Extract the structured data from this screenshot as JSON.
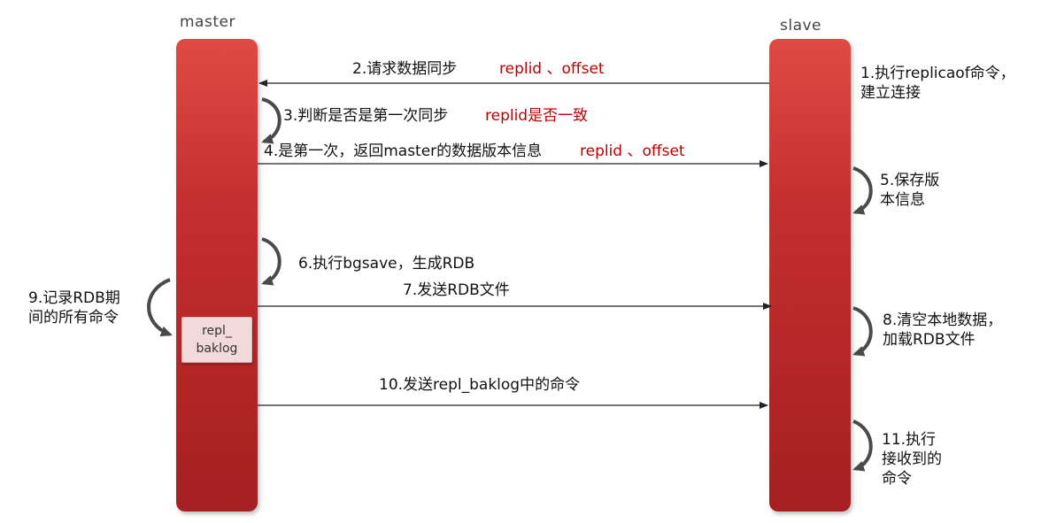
{
  "master": {
    "title": "master"
  },
  "slave": {
    "title": "slave"
  },
  "baklog": {
    "text": "repl_\nbaklog"
  },
  "steps": {
    "s1": "1.执行replicaof命令，建立连接",
    "s2": "2.请求数据同步",
    "s2_red": "replid 、offset",
    "s3": "3.判断是否是第一次同步",
    "s3_red": "replid是否一致",
    "s4": "4.是第一次，返回master的数据版本信息",
    "s4_red": "replid 、offset",
    "s5": "5.保存版本信息",
    "s6": "6.执行bgsave，生成RDB",
    "s7": "7.发送RDB文件",
    "s8": "8.清空本地数据，加载RDB文件",
    "s9": "9.记录RDB期间的所有命令",
    "s10": "10.发送repl_baklog中的命令",
    "s11": "11.执行接收到的命令"
  },
  "colors": {
    "bar": "#c42f2f",
    "highlight": "#c00000",
    "arrow": "#222222",
    "curved_arrow": "#4a4a4a"
  }
}
